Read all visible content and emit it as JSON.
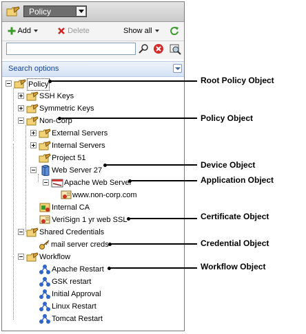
{
  "header": {
    "title": "Policy"
  },
  "toolbar": {
    "add_label": "Add",
    "delete_label": "Delete",
    "showall_label": "Show all"
  },
  "search": {
    "value": "",
    "placeholder": "",
    "options_label": "Search options"
  },
  "tree": {
    "policy": "Policy",
    "ssh_keys": "SSH Keys",
    "symmetric_keys": "Symmetric Keys",
    "non_corp": "Non-Corp",
    "external_servers": "External Servers",
    "internal_servers": "Internal Servers",
    "project_51": "Project 51",
    "web_server_27": "Web Server 27",
    "apache_web_server": "Apache Web Server",
    "www_non_corp": "www.non-corp.com",
    "internal_ca": "Internal CA",
    "verisign": "VeriSign 1 yr web SSL",
    "shared_credentials": "Shared Credentials",
    "mail_server_creds": "mail server creds",
    "workflow": "Workflow",
    "apache_restart": "Apache Restart",
    "gsk_restart": "GSK restart",
    "initial_approval": "Initial Approval",
    "linux_restart": "Linux Restart",
    "tomcat_restart": "Tomcat Restart"
  },
  "callouts": {
    "root_policy": "Root Policy Object",
    "policy": "Policy Object",
    "device": "Device Object",
    "application": "Application Object",
    "certificate": "Certificate Object",
    "credential": "Credential Object",
    "workflow": "Workflow Object"
  },
  "icons": {
    "folder": "policy-folder-icon",
    "device": "server-icon",
    "application": "application-icon",
    "certificate": "certificate-icon",
    "credential": "credential-key-icon",
    "workflow": "workflow-icon"
  },
  "colors": {
    "options_text": "#15428b",
    "add_green": "#3a9a2a",
    "delete_red": "#cc2222"
  }
}
